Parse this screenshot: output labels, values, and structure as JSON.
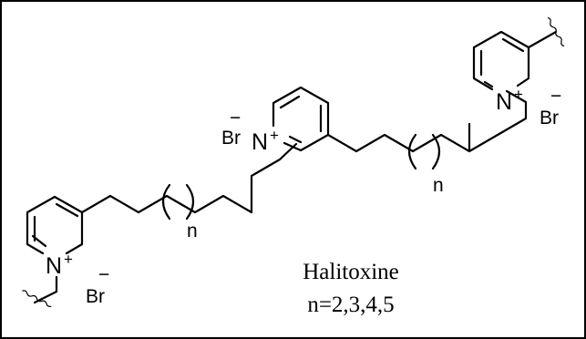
{
  "compound": {
    "name": "Halitoxine",
    "condition": "n=2,3,4,5"
  },
  "atoms": {
    "nitrogen": "N",
    "charge_plus": "+",
    "bromide": "Br",
    "charge_minus": "−",
    "repeat_index": "n"
  }
}
